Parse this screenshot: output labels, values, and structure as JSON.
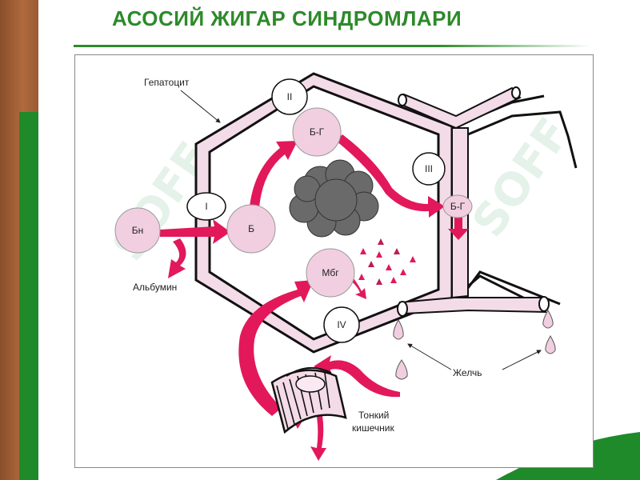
{
  "slide": {
    "title": "АСОСИЙ ЖИГАР СИНДРОМЛАРИ"
  },
  "diagram": {
    "labels": {
      "hepatocyte": "Гепатоцит",
      "albumin": "Альбумин",
      "bile": "Желчь",
      "intestine_line1": "Тонкий",
      "intestine_line2": "кишечник"
    },
    "nodes": {
      "zone_1": "I",
      "zone_2": "II",
      "zone_3": "III",
      "zone_4": "IV",
      "bn": "Бн",
      "b": "Б",
      "bg": "Б-Г",
      "bg_duct": "Б-Г",
      "mbg": "Мбг"
    },
    "watermark": "SOFF",
    "colors": {
      "arrow": "#e2185b",
      "node_fill": "#f1cfe0",
      "cell_fill": "#f3dbe7",
      "title": "#2d8a2a"
    }
  }
}
